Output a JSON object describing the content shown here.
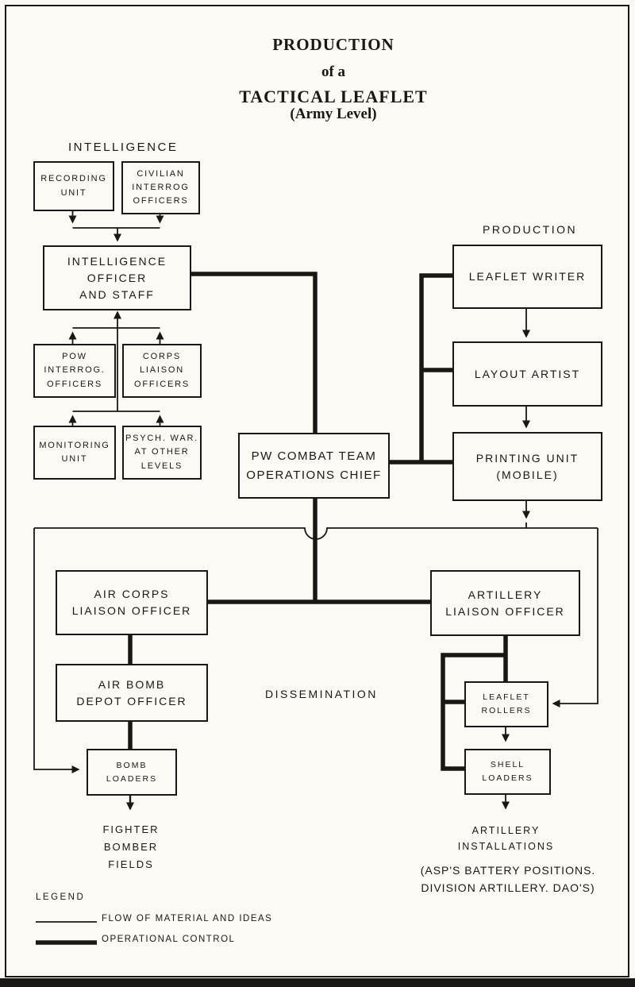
{
  "colors": {
    "ink": "#1a1815",
    "paper": "#fbfaf5"
  },
  "title": {
    "line1": "PRODUCTION",
    "line2": "of a",
    "line3": "TACTICAL LEAFLET",
    "line4": "(Army Level)"
  },
  "section_labels": {
    "intelligence": "INTELLIGENCE",
    "production": "PRODUCTION",
    "dissemination": "DISSEMINATION"
  },
  "nodes": {
    "recording_unit": "RECORDING\nUNIT",
    "civilian_interrog": "CIVILIAN\nINTERROG\nOFFICERS",
    "intel_officer": "INTELLIGENCE\nOFFICER\nAND STAFF",
    "pow_interrog": "POW\nINTERROG.\nOFFICERS",
    "corps_liaison": "CORPS\nLIAISON\nOFFICERS",
    "monitoring_unit": "MONITORING\nUNIT",
    "psych_war": "PSYCH. WAR.\nAT OTHER\nLEVELS",
    "pw_combat": "PW COMBAT TEAM\nOPERATIONS CHIEF",
    "leaflet_writer": "LEAFLET WRITER",
    "layout_artist": "LAYOUT ARTIST",
    "printing_unit": "PRINTING UNIT\n(MOBILE)",
    "air_corps": "AIR CORPS\nLIAISON OFFICER",
    "artillery_liaison": "ARTILLERY\nLIAISON OFFICER",
    "air_bomb": "AIR BOMB\nDEPOT OFFICER",
    "bomb_loaders": "BOMB\nLOADERS",
    "leaflet_rollers": "LEAFLET\nROLLERS",
    "shell_loaders": "SHELL\nLOADERS"
  },
  "terminals": {
    "fighter_bomber_fields": "FIGHTER\nBOMBER\nFIELDS",
    "artillery_installations": "ARTILLERY\nINSTALLATIONS",
    "artillery_note": "(ASP'S BATTERY POSITIONS.\nDIVISION ARTILLERY. DAO'S)"
  },
  "legend": {
    "title": "LEGEND",
    "items": [
      {
        "style": "thin",
        "label": "FLOW OF MATERIAL AND IDEAS"
      },
      {
        "style": "thick",
        "label": "OPERATIONAL CONTROL"
      }
    ]
  }
}
